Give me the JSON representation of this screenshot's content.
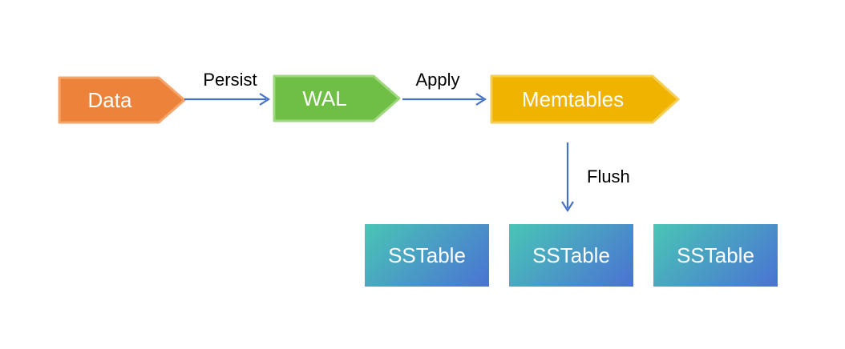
{
  "colors": {
    "data_node": "#ED833A",
    "wal_node": "#6FBE45",
    "memtables_node": "#EFB300",
    "arrow": "#4472C4",
    "sstable_start": "#49C6B5",
    "sstable_end": "#4A72D3",
    "node_text": "#FFFFFF",
    "edge_label_text": "#000000",
    "background": "#FFFFFF"
  },
  "diagram": {
    "type": "flowchart",
    "nodes": {
      "data": {
        "label": "Data",
        "shape": "right-chevron"
      },
      "wal": {
        "label": "WAL",
        "shape": "right-chevron"
      },
      "memtables": {
        "label": "Memtables",
        "shape": "right-chevron"
      },
      "sstables": [
        {
          "label": "SSTable"
        },
        {
          "label": "SSTable"
        },
        {
          "label": "SSTable"
        }
      ]
    },
    "edges": {
      "persist": {
        "label": "Persist",
        "from": "Data",
        "to": "WAL",
        "direction": "right"
      },
      "apply": {
        "label": "Apply",
        "from": "WAL",
        "to": "Memtables",
        "direction": "right"
      },
      "flush": {
        "label": "Flush",
        "from": "Memtables",
        "to": "SSTable",
        "direction": "down"
      }
    }
  }
}
